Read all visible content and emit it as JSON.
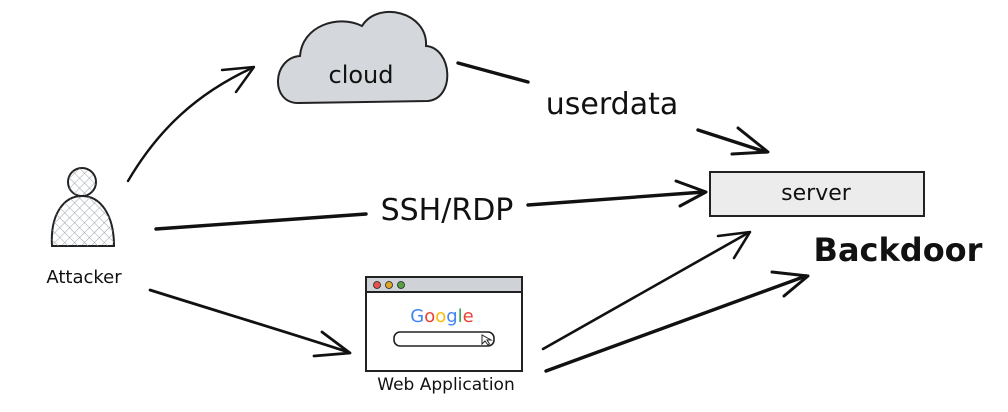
{
  "nodes": {
    "cloud_label": "cloud",
    "server_label": "server",
    "attacker_label": "Attacker",
    "backdoor_label": "Backdoor",
    "webapp_label": "Web Application"
  },
  "edges": {
    "userdata_label": "userdata",
    "ssh_label": "SSH/RDP"
  },
  "browser": {
    "logo_text": "Google",
    "dot_colors": [
      "#e5534b",
      "#e0a526",
      "#57a046"
    ],
    "logo_colors": [
      "#4285f4",
      "#ea4335",
      "#fbbc05",
      "#4285f4",
      "#34a853",
      "#ea4335"
    ]
  },
  "colors": {
    "cloud_fill": "#d4d7dc",
    "server_fill": "#ececec",
    "ink": "#111111"
  }
}
